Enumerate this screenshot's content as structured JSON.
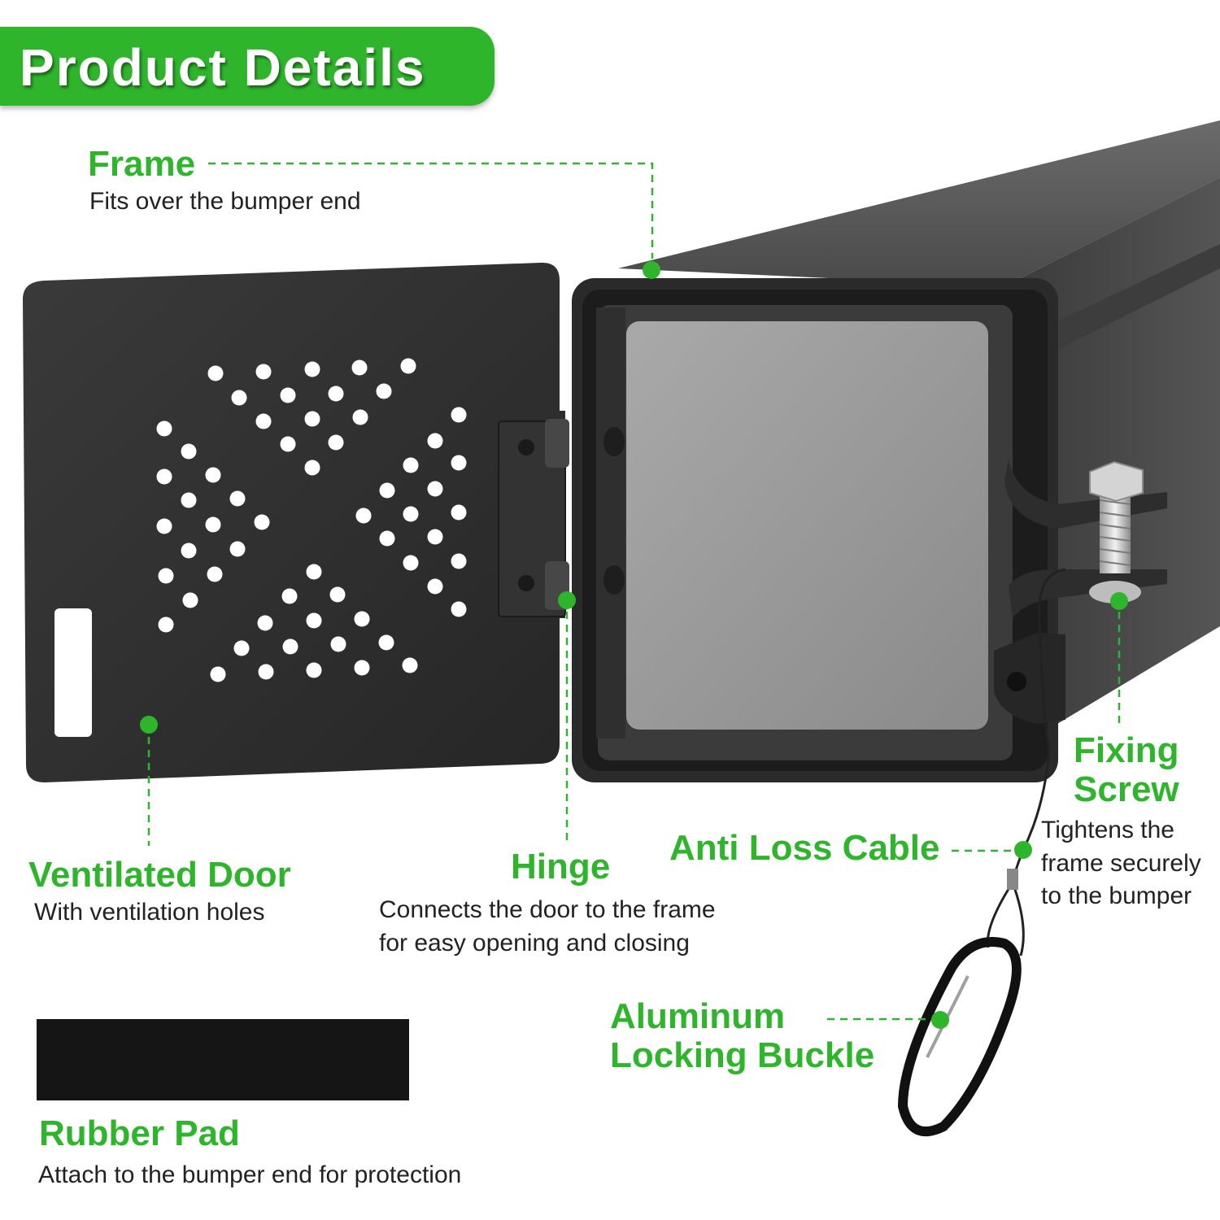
{
  "header": {
    "title": "Product Details"
  },
  "colors": {
    "accent": "#2fb52c",
    "product": "#2e2e2e",
    "text": "#222222"
  },
  "callouts": {
    "frame": {
      "label": "Frame",
      "description": "Fits over the bumper end"
    },
    "ventilated_door": {
      "label": "Ventilated Door",
      "description": "With ventilation holes"
    },
    "hinge": {
      "label": "Hinge",
      "description_lines": [
        "Connects the door to the frame",
        "for easy opening and closing"
      ]
    },
    "anti_loss_cable": {
      "label": "Anti Loss Cable"
    },
    "fixing_screw": {
      "label_lines": [
        "Fixing",
        "Screw"
      ],
      "description_lines": [
        "Tightens the",
        "frame securely",
        "to the bumper"
      ]
    },
    "locking_buckle": {
      "label_lines": [
        "Aluminum",
        "Locking Buckle"
      ]
    },
    "rubber_pad": {
      "label": "Rubber Pad",
      "description": "Attach to the bumper end for protection"
    }
  }
}
